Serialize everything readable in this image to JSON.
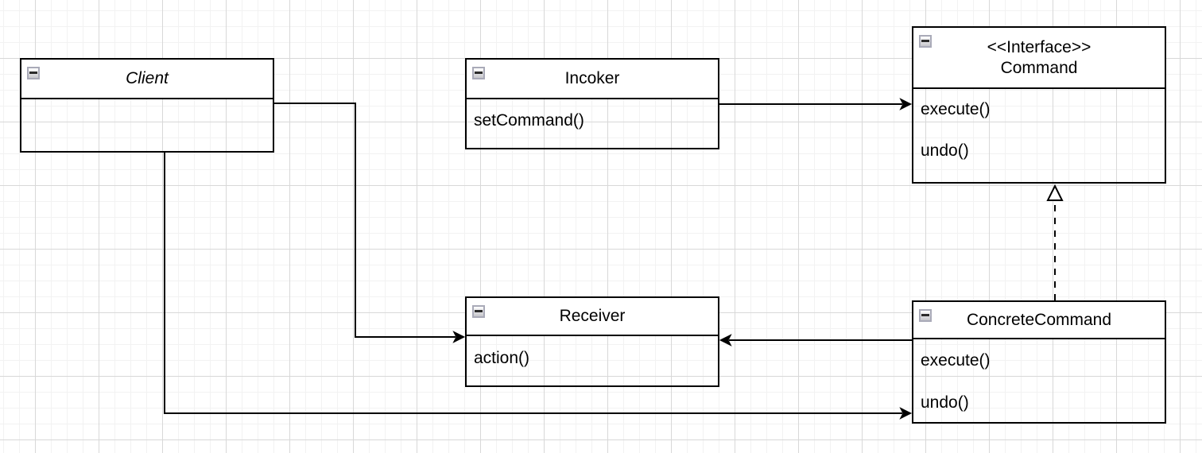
{
  "canvas": {
    "background": "#ffffff",
    "grid_minor_color": "#f2f2f2",
    "grid_major_color": "#d8d8d8",
    "shape_stroke": "#000000",
    "shape_fill": "#ffffff",
    "collapse_button_border": "#a9aab8"
  },
  "icons": {
    "collapse_button": "minus-icon"
  },
  "classes": {
    "client": {
      "name": "Client",
      "italic": true,
      "methods": []
    },
    "invoker": {
      "name": "Incoker",
      "methods": [
        "setCommand()"
      ]
    },
    "command": {
      "stereotype": "<<Interface>>",
      "name": "Command",
      "methods": [
        "execute()",
        "undo()"
      ]
    },
    "receiver": {
      "name": "Receiver",
      "methods": [
        "action()"
      ]
    },
    "concrete_command": {
      "name": "ConcreteCommand",
      "methods": [
        "execute()",
        "undo()"
      ]
    }
  },
  "edges": [
    {
      "name": "invoker-to-command",
      "from": "Incoker",
      "to": "Command",
      "line": "solid",
      "arrowhead": "filled"
    },
    {
      "name": "client-to-receiver",
      "from": "Client",
      "to": "Receiver",
      "line": "solid",
      "arrowhead": "filled"
    },
    {
      "name": "client-to-concrete-command",
      "from": "Client",
      "to": "ConcreteCommand",
      "line": "solid",
      "arrowhead": "filled"
    },
    {
      "name": "concrete-command-to-receiver",
      "from": "ConcreteCommand",
      "to": "Receiver",
      "line": "solid",
      "arrowhead": "filled"
    },
    {
      "name": "concrete-command-implements-command",
      "from": "ConcreteCommand",
      "to": "Command",
      "line": "dashed",
      "arrowhead": "hollow-triangle"
    }
  ]
}
